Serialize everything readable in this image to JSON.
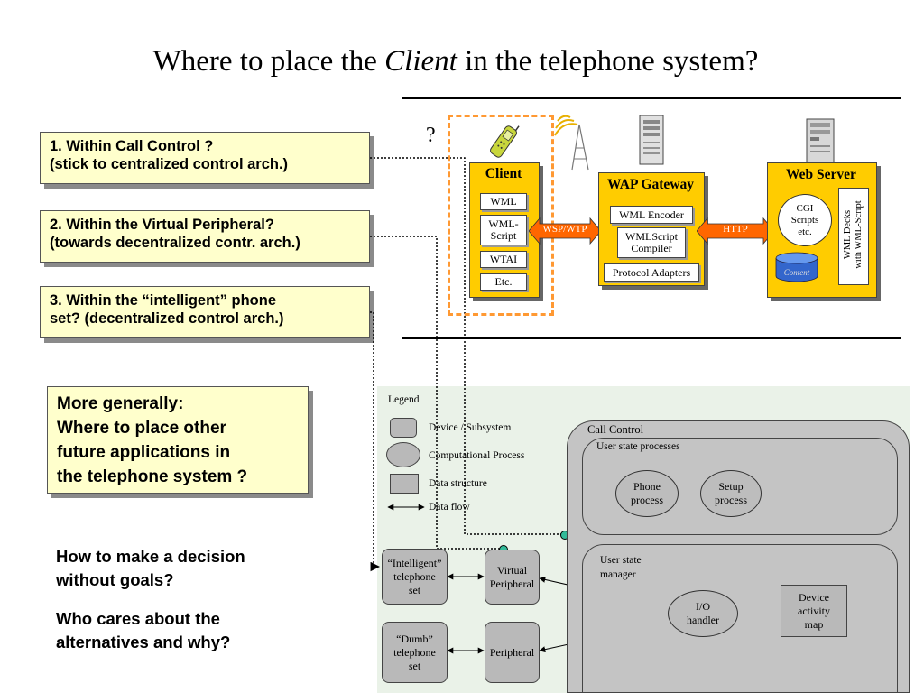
{
  "slide": {
    "title_pre": "Where to place the ",
    "title_em": "Client",
    "title_post": " in the telephone system?"
  },
  "questions": [
    {
      "line1": "1. Within Call Control ?",
      "line2": "(stick to centralized control arch.)"
    },
    {
      "line1": "2. Within the Virtual Peripheral?",
      "line2": "(towards decentralized contr. arch.)"
    },
    {
      "line1": "3. Within the “intelligent” phone",
      "line2": "set? (decentralized control arch.)"
    }
  ],
  "generally": {
    "line1": "More generally:",
    "line2": "Where to place other",
    "line3": "future applications in",
    "line4": "the telephone system ?"
  },
  "bottom": {
    "q1_line1": "How to make a decision",
    "q1_line2": "without goals?",
    "q2_line1": "Who cares about the",
    "q2_line2": "alternatives and why?"
  },
  "wap": {
    "question_mark": "?",
    "client": {
      "title": "Client",
      "items": [
        "WML",
        "WML-\nScript",
        "WTAI",
        "Etc."
      ]
    },
    "protocol1": "WSP/WTP",
    "gateway": {
      "title": "WAP Gateway",
      "items": [
        "WML Encoder",
        "WMLScript\nCompiler",
        "Protocol Adapters"
      ]
    },
    "protocol2": "HTTP",
    "server": {
      "title": "Web Server",
      "cgi": "CGI\nScripts\netc.",
      "content": "Content",
      "decks": "WML Decks\nwith WML-Script"
    }
  },
  "legend": {
    "title": "Legend",
    "items": [
      "Device / Subsystem",
      "Computational Process",
      "Data structure",
      "Data flow"
    ]
  },
  "callcontrol": {
    "title": "Call Control",
    "usp_title": "User state processes",
    "phone_process": "Phone\nprocess",
    "setup_process": "Setup\nprocess",
    "usm_title": "User state\nmanager",
    "io_handler": "I/O\nhandler",
    "activity_map": "Device\nactivity\nmap"
  },
  "devices": {
    "intelligent": "“Intelligent”\ntelephone\nset",
    "virtual": "Virtual\nPeripheral",
    "dumb": "“Dumb”\ntelephone\nset",
    "peripheral": "Peripheral"
  },
  "colors": {
    "note_bg": "#ffffcc",
    "wap_yellow": "#ffcc00",
    "arrow_orange": "#ff6600",
    "cc_green": "#eaf2e8",
    "teal_dot": "#33bb99",
    "dash_orange": "#ff9933"
  }
}
